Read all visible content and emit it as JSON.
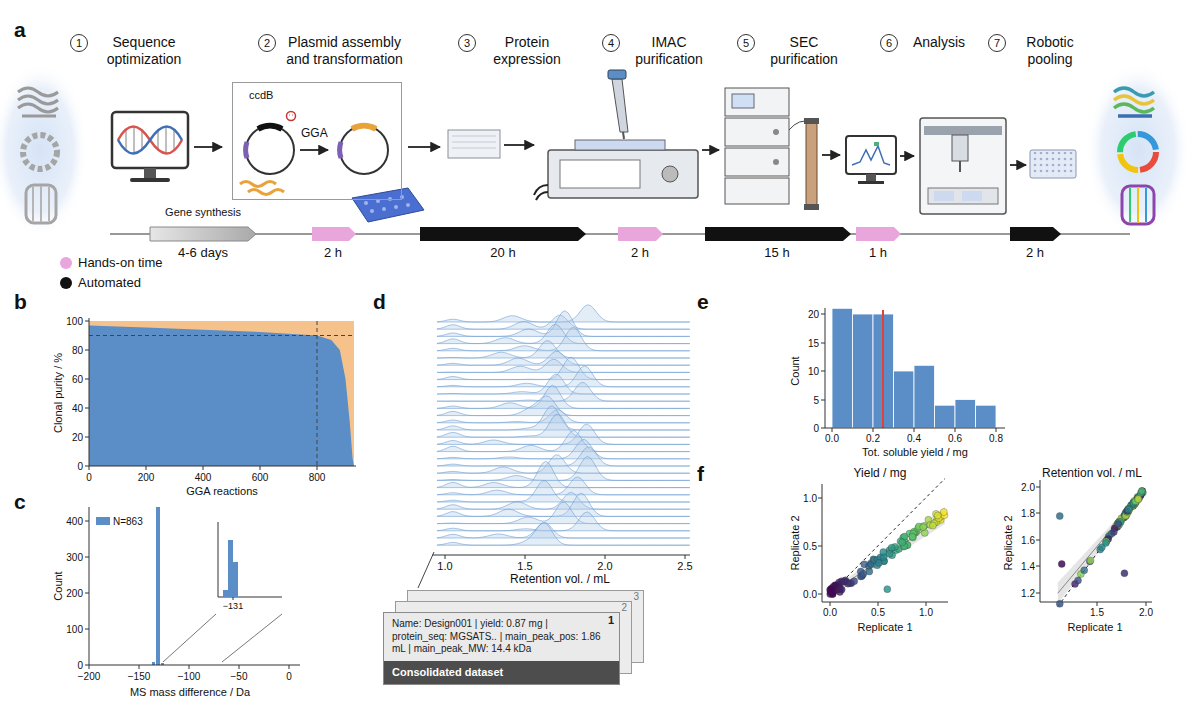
{
  "diagram": {
    "nodes": [
      {
        "text": [
          "1",
          "Sequence optimization"
        ]
      },
      {
        "text": [
          "2",
          "Plasmid assembly and transformation"
        ]
      },
      {
        "text": [
          "3",
          "Protein expression"
        ]
      },
      {
        "text": [
          "4",
          "IMAC purification"
        ]
      },
      {
        "text": [
          "5",
          "SEC purification"
        ]
      },
      {
        "text": [
          "6",
          "Analysis"
        ]
      },
      {
        "text": [
          "7",
          "Robotic pooling"
        ]
      },
      {
        "text": [
          "ccdB",
          "GGA"
        ]
      },
      {
        "text": [
          "3"
        ]
      },
      {
        "text": [
          "2"
        ]
      },
      {
        "text": [
          "1",
          "Name: Design001 | yield: 0.87 mg | protein_seq: MGSATS.. | main_peak_pos: 1.86 mL | main_peak_MW: 14.4 kDa"
        ]
      },
      {
        "text": [
          "Consolidated dataset"
        ],
        "in": 10
      }
    ],
    "labels": [
      "a",
      "Gene synthesis",
      "4-6 days",
      "2 h",
      "20 h",
      "2 h",
      "15 h",
      "1 h",
      "2 h",
      "b",
      "100",
      "80",
      "60",
      "40",
      "20",
      "0",
      "0",
      "200",
      "400",
      "600",
      "800",
      "Clonal purity / %",
      "GGA reactions",
      "c",
      "400",
      "300",
      "200",
      "100",
      "0",
      "−200",
      "−150",
      "−100",
      "−50",
      "0",
      "−131",
      "Count",
      "MS mass difference / Da",
      "d",
      "1.0",
      "1.5",
      "2.0",
      "2.5",
      "Retention vol. / mL",
      "e",
      "20",
      "15",
      "10",
      "5",
      "0",
      "0.0",
      "0.2",
      "0.4",
      "0.6",
      "0.8",
      "Count",
      "Tot. soluble yield / mg",
      "f",
      "Yield / mg",
      "1.0",
      "0.5",
      "0.0",
      "0.0",
      "0.5",
      "1.0",
      "Replicate 1",
      "Replicate 2",
      "Retention vol. / mL",
      "2.0",
      "1.8",
      "1.6",
      "1.4",
      "1.2",
      "1.5",
      "2.0",
      "Replicate 1",
      "Replicate 2"
    ],
    "legend": [
      {
        "text": "Hands-on time",
        "color": "#e8a6dc"
      },
      {
        "text": "Automated",
        "color": "#111111"
      },
      {
        "text": "N=863",
        "color": "#5b8ec6"
      }
    ]
  }
}
